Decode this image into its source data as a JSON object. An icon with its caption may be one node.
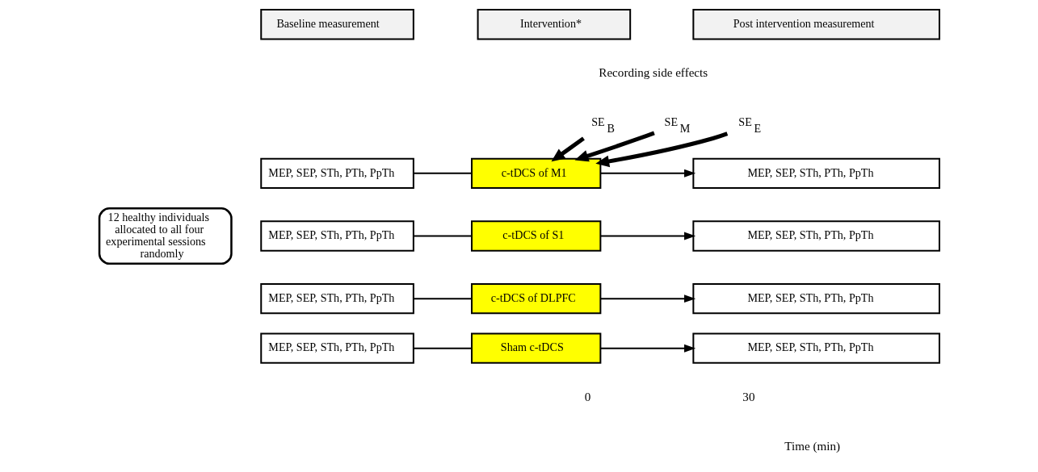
{
  "diagram": {
    "nodes": [
      {
        "text": [
          "Baseline measurement"
        ]
      },
      {
        "text": [
          "Intervention*"
        ]
      },
      {
        "text": [
          "Post intervention measurement"
        ]
      },
      {
        "text": [
          "SE$_{B}$"
        ]
      },
      {
        "text": [
          "SE$_{M}$"
        ]
      },
      {
        "text": [
          "SE$_{E}$"
        ]
      },
      {
        "text": [
          "12 healthy individuals allocated to all four experimental sessions randomly"
        ]
      },
      {
        "text": [
          "MEP, SEP, STh, PTh, PpTh"
        ]
      },
      {
        "text": [
          "c-tDCS of M1"
        ]
      },
      {
        "text": [
          "MEP, SEP, STh, PTh, PpTh"
        ]
      },
      {
        "text": [
          "MEP, SEP, STh, PTh, PpTh"
        ]
      },
      {
        "text": [
          "c-tDCS of S1"
        ]
      },
      {
        "text": [
          "MEP, SEP, STh, PTh, PpTh"
        ]
      },
      {
        "text": [
          "MEP, SEP, STh, PTh, PpTh"
        ]
      },
      {
        "text": [
          "c-tDCS of DLPFC"
        ]
      },
      {
        "text": [
          "MEP, SEP, STh, PTh, PpTh"
        ]
      },
      {
        "text": [
          "MEP, SEP, STh, PTh, PpTh"
        ]
      },
      {
        "text": [
          "Sham c-tDCS"
        ]
      },
      {
        "text": [
          "MEP, SEP, STh, PTh, PpTh"
        ]
      }
    ],
    "edges": [
      {
        "from": 3,
        "to": 8,
        "arrow": "to",
        "style": "thick"
      },
      {
        "from": 4,
        "to": 8,
        "arrow": "to",
        "style": "thick"
      },
      {
        "from": 5,
        "to": 8,
        "arrow": "to",
        "style": "thick"
      },
      {
        "from": 7,
        "to": 8,
        "arrow": "none"
      },
      {
        "from": 8,
        "to": 9,
        "arrow": "to"
      },
      {
        "from": 10,
        "to": 11,
        "arrow": "none"
      },
      {
        "from": 11,
        "to": 12,
        "arrow": "to"
      },
      {
        "from": 13,
        "to": 14,
        "arrow": "none"
      },
      {
        "from": 14,
        "to": 15,
        "arrow": "to"
      },
      {
        "from": 16,
        "to": 17,
        "arrow": "none"
      },
      {
        "from": 17,
        "to": 18,
        "arrow": "to"
      }
    ],
    "labels": [
      "Recording side effects",
      "0",
      "30",
      "Time (min)"
    ]
  }
}
